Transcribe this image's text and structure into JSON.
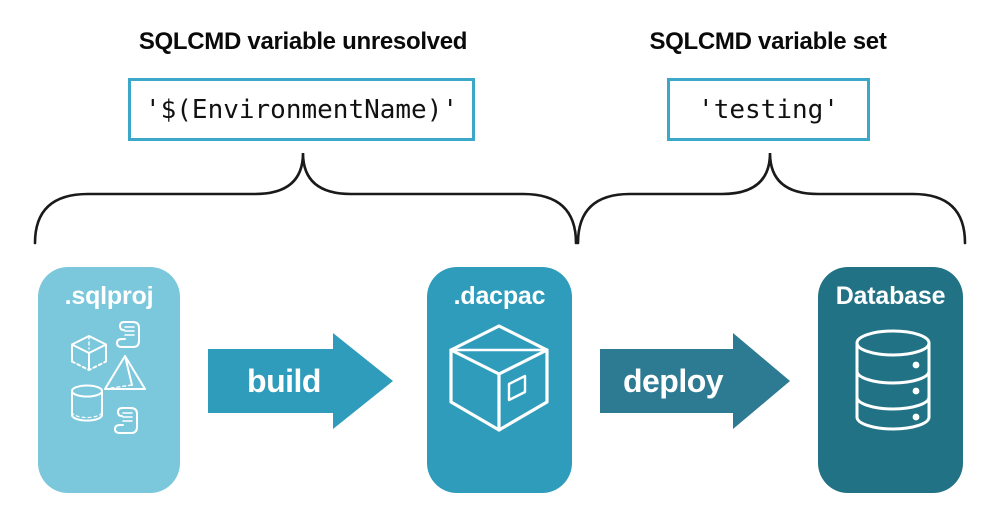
{
  "annotations": {
    "unresolved": {
      "heading": "SQLCMD variable unresolved",
      "code": "'$(EnvironmentName)'"
    },
    "resolved": {
      "heading": "SQLCMD variable set",
      "code": "'testing'"
    }
  },
  "pipeline": {
    "sqlproj_label": ".sqlproj",
    "dacpac_label": ".dacpac",
    "database_label": "Database",
    "build_label": "build",
    "deploy_label": "deploy"
  },
  "icons": {
    "sqlproj_card": [
      "script-icon",
      "cube-icon",
      "pyramid-icon",
      "cylinder-icon",
      "script-icon"
    ],
    "dacpac_card": "package-icon",
    "database_card": "database-icon",
    "brace_left": "curly-brace-icon",
    "brace_right": "curly-brace-icon"
  },
  "colors": {
    "sqlproj_bg": "#7bc7dc",
    "dacpac_bg": "#2e9cba",
    "build_arrow": "#2e9cba",
    "deploy_arrow": "#2d7b93",
    "database_bg": "#227285",
    "code_box_border": "#3ba8c9",
    "code_box_bg": "#ffffff",
    "heading_text": "#0a0a0a",
    "code_text": "#111111",
    "brace_stroke": "#1a1a1a",
    "icon_stroke": "#ffffff",
    "label_text": "#ffffff"
  }
}
